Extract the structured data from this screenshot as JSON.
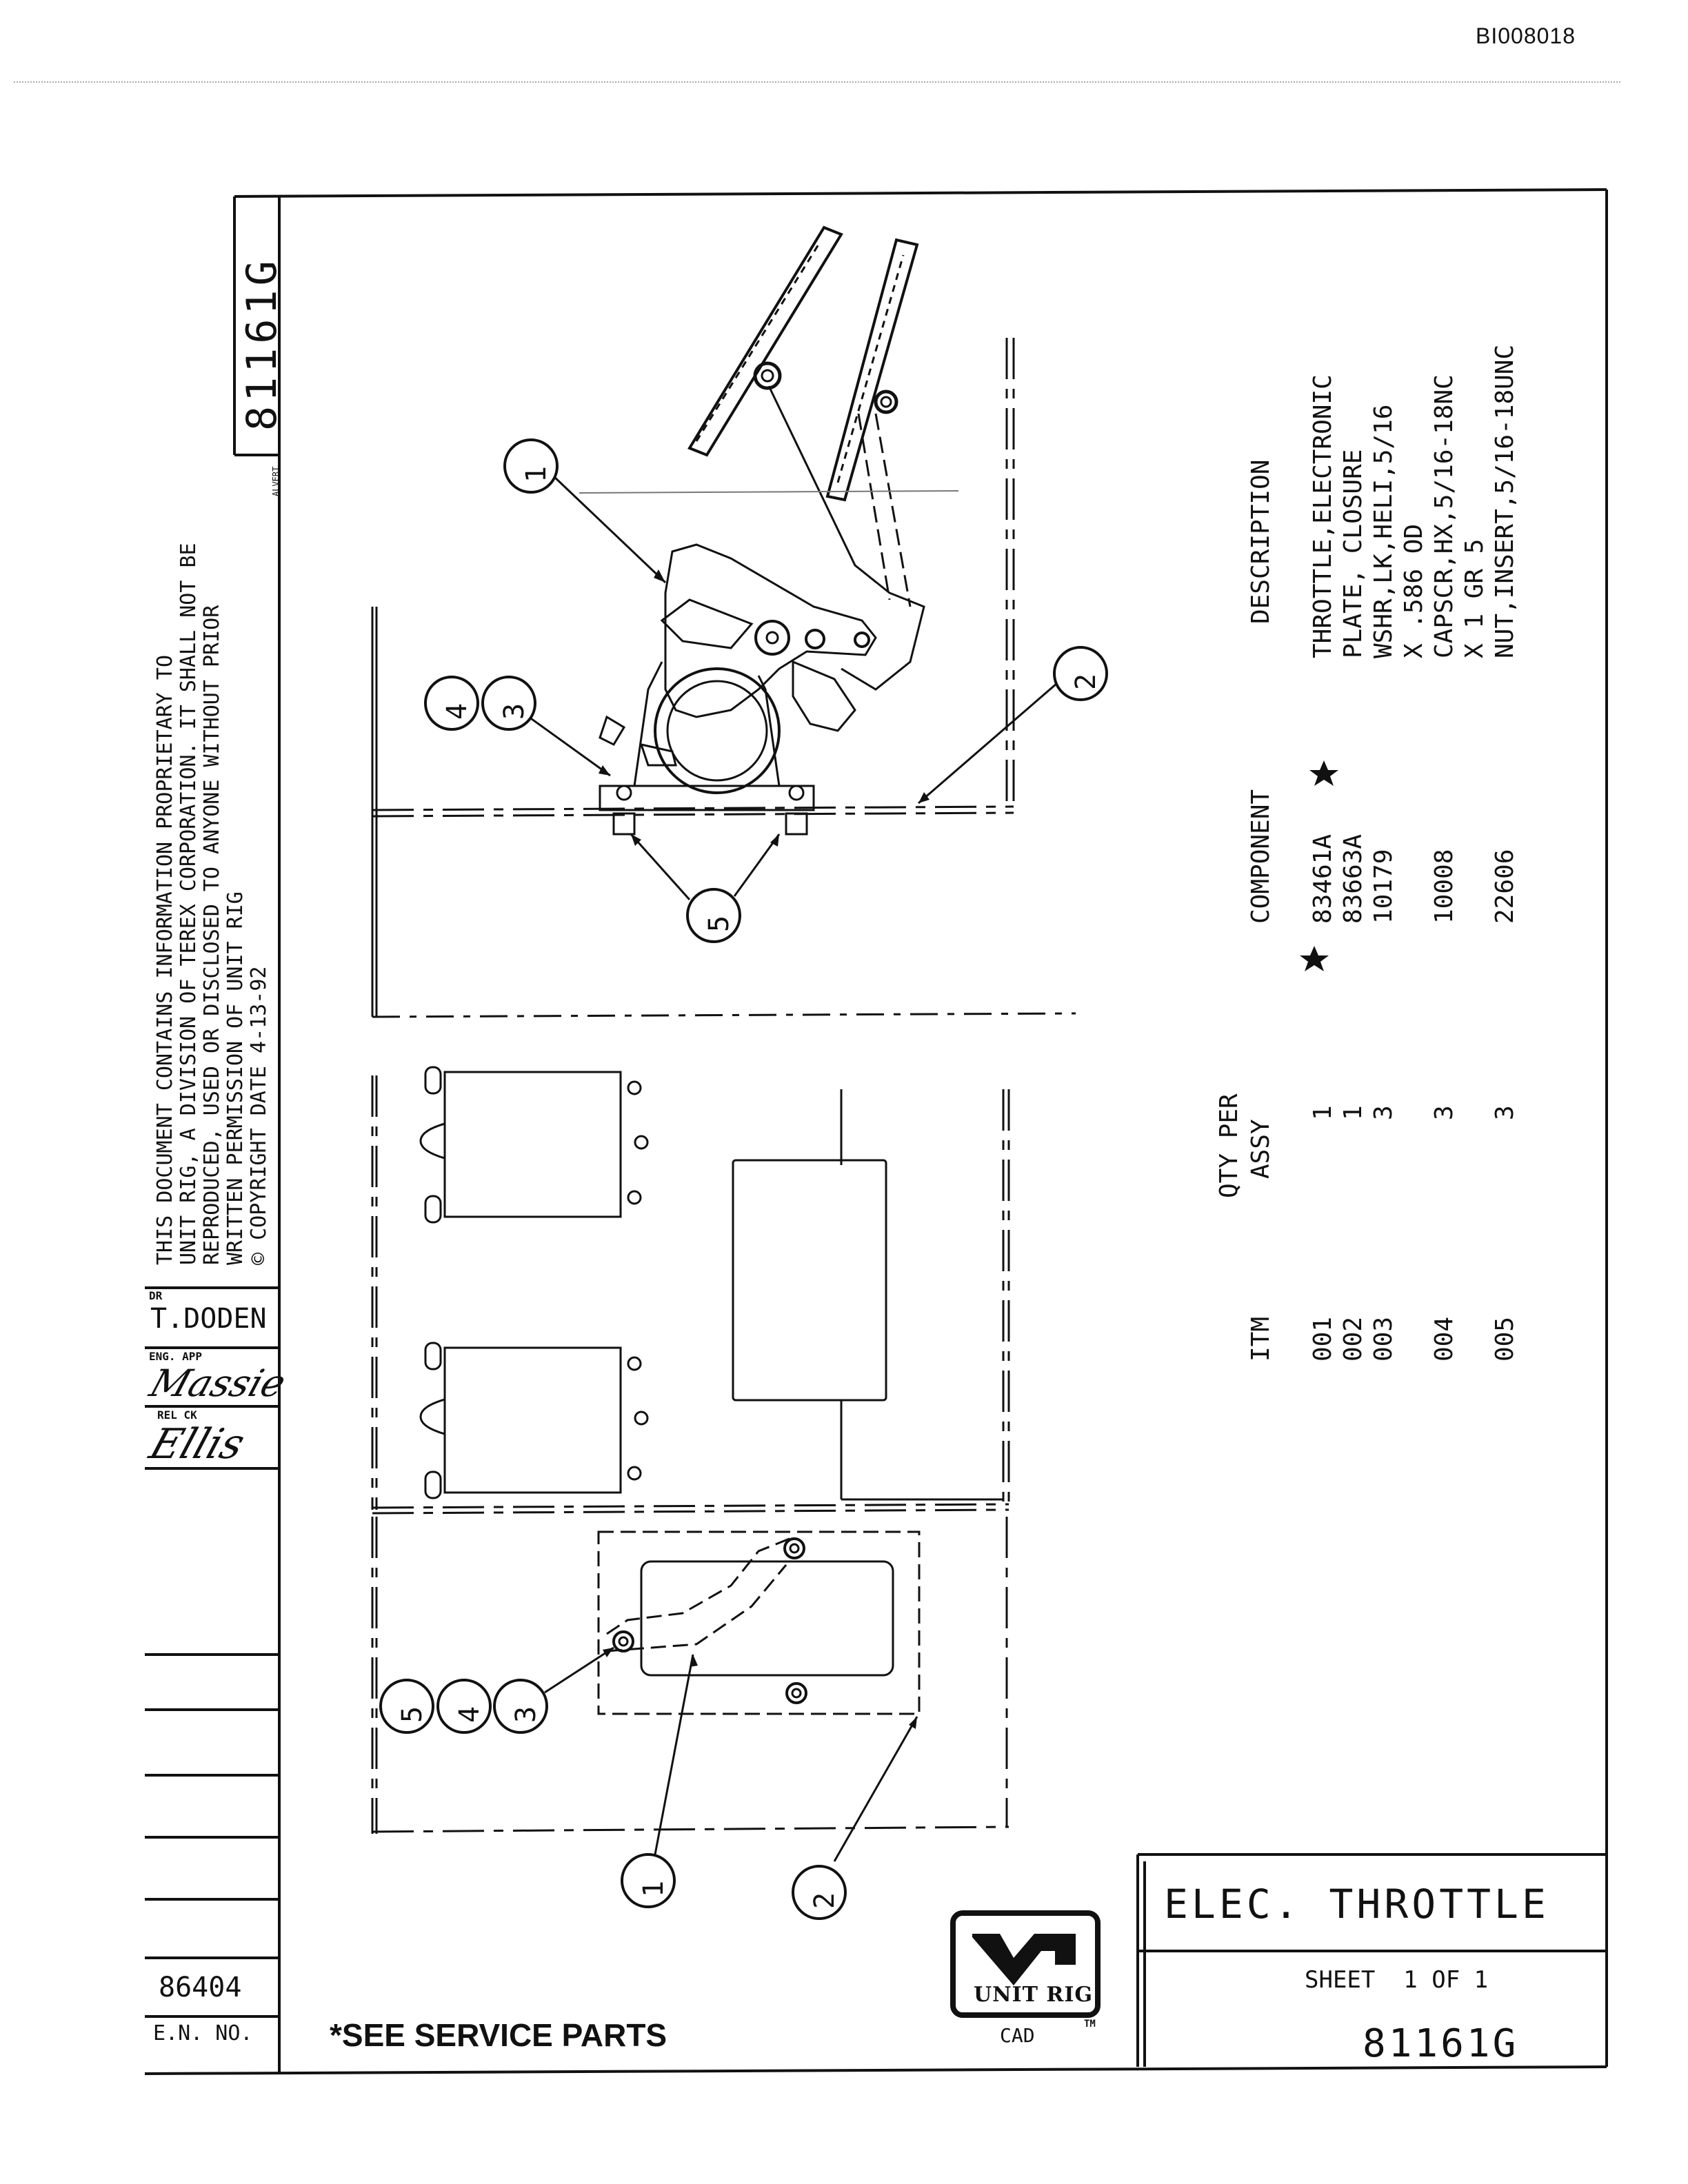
{
  "doc_id": "BI008018",
  "drawing_number": "81161G",
  "proprietary_notice": [
    "THIS DOCUMENT CONTAINS INFORMATION PROPRIETARY TO",
    "UNIT RIG, A DIVISION OF TEREX CORPORATION. IT SHALL NOT BE",
    "REPRODUCED, USED OR DISCLOSED TO ANYONE WITHOUT PRIOR",
    "WRITTEN PERMISSION OF UNIT RIG",
    "© COPYRIGHT DATE  4-13-92"
  ],
  "revision_label": "ALVERT",
  "signoffs": {
    "dr_label": "DR",
    "dr_name": "T.DODEN",
    "eng_app_label": "ENG. APP",
    "eng_app_signature": "Massie",
    "rel_ck_label": "REL CK",
    "rel_ck_signature": "Ellis"
  },
  "en_no_label": "E.N. NO.",
  "en_no_value": "86404",
  "footnote": "*SEE SERVICE PARTS",
  "logo_text": "UNIT RIG",
  "cad_label": "CAD",
  "tm_label": "TM",
  "title": "ELEC. THROTTLE",
  "sheet": "SHEET  1 OF 1",
  "title_drawing_number": "81161G",
  "parts_table": {
    "headers": {
      "itm": "ITM",
      "qty": "QTY PER",
      "qty2": "ASSY",
      "component": "COMPONENT",
      "description": "DESCRIPTION"
    },
    "rows": [
      {
        "itm": "001",
        "qty": "1",
        "component": "83461A",
        "description": "THROTTLE,ELECTRONIC"
      },
      {
        "itm": "002",
        "qty": "1",
        "component": "83663A",
        "description": "PLATE, CLOSURE"
      },
      {
        "itm": "003",
        "qty": "3",
        "component": "10179",
        "description": "WSHR,LK,HELI,5/16"
      },
      {
        "itm": "",
        "qty": "",
        "component": "",
        "description": "X .586 OD"
      },
      {
        "itm": "004",
        "qty": "3",
        "component": "10008",
        "description": "CAPSCR,HX,5/16-18NC"
      },
      {
        "itm": "",
        "qty": "",
        "component": "",
        "description": "X 1 GR 5"
      },
      {
        "itm": "005",
        "qty": "3",
        "component": "22606",
        "description": "NUT,INSERT,5/16-18UNC"
      }
    ]
  },
  "callouts": {
    "c1": "1",
    "c2": "2",
    "c3": "3",
    "c4": "4",
    "c5": "5"
  }
}
